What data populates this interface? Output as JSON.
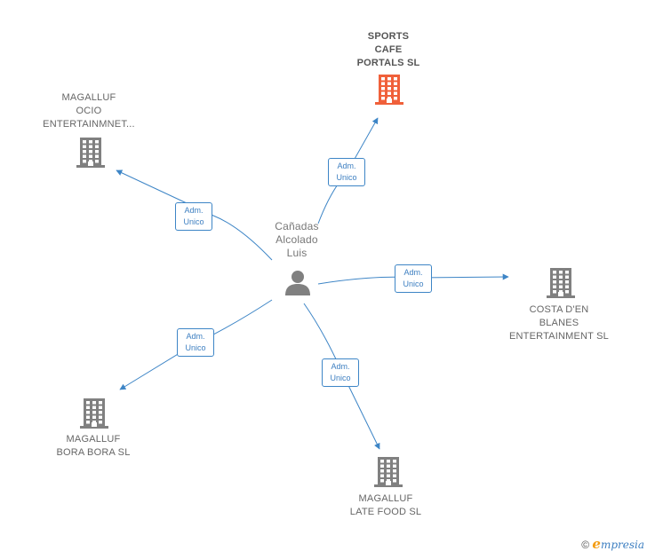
{
  "center": {
    "name": "Cañadas\nAlcolado\nLuis",
    "icon": "person-icon"
  },
  "companies": [
    {
      "id": "sports",
      "name": "SPORTS\nCAFE\nPORTALS  SL",
      "color": "#f0603a",
      "icon": "building-icon",
      "highlight": true
    },
    {
      "id": "ocio",
      "name": "MAGALLUF\nOCIO\nENTERTAINMNET...",
      "color": "#808080",
      "icon": "building-icon"
    },
    {
      "id": "costa",
      "name": "COSTA D'EN\nBLANES\nENTERTAINMENT SL",
      "color": "#808080",
      "icon": "building-icon"
    },
    {
      "id": "bora",
      "name": "MAGALLUF\nBORA BORA SL",
      "color": "#808080",
      "icon": "building-icon"
    },
    {
      "id": "latefood",
      "name": "MAGALLUF\nLATE FOOD SL",
      "color": "#808080",
      "icon": "building-icon"
    }
  ],
  "edges": [
    {
      "to": "sports",
      "label": "Adm.\nUnico"
    },
    {
      "to": "ocio",
      "label": "Adm.\nUnico"
    },
    {
      "to": "costa",
      "label": "Adm.\nUnico"
    },
    {
      "to": "bora",
      "label": "Adm.\nUnico"
    },
    {
      "to": "latefood",
      "label": "Adm.\nUnico"
    }
  ],
  "colors": {
    "edge": "#3d85c6",
    "person": "#808080"
  },
  "footer": {
    "copyright": "©",
    "brand_first": "e",
    "brand_rest": "mpresia"
  }
}
